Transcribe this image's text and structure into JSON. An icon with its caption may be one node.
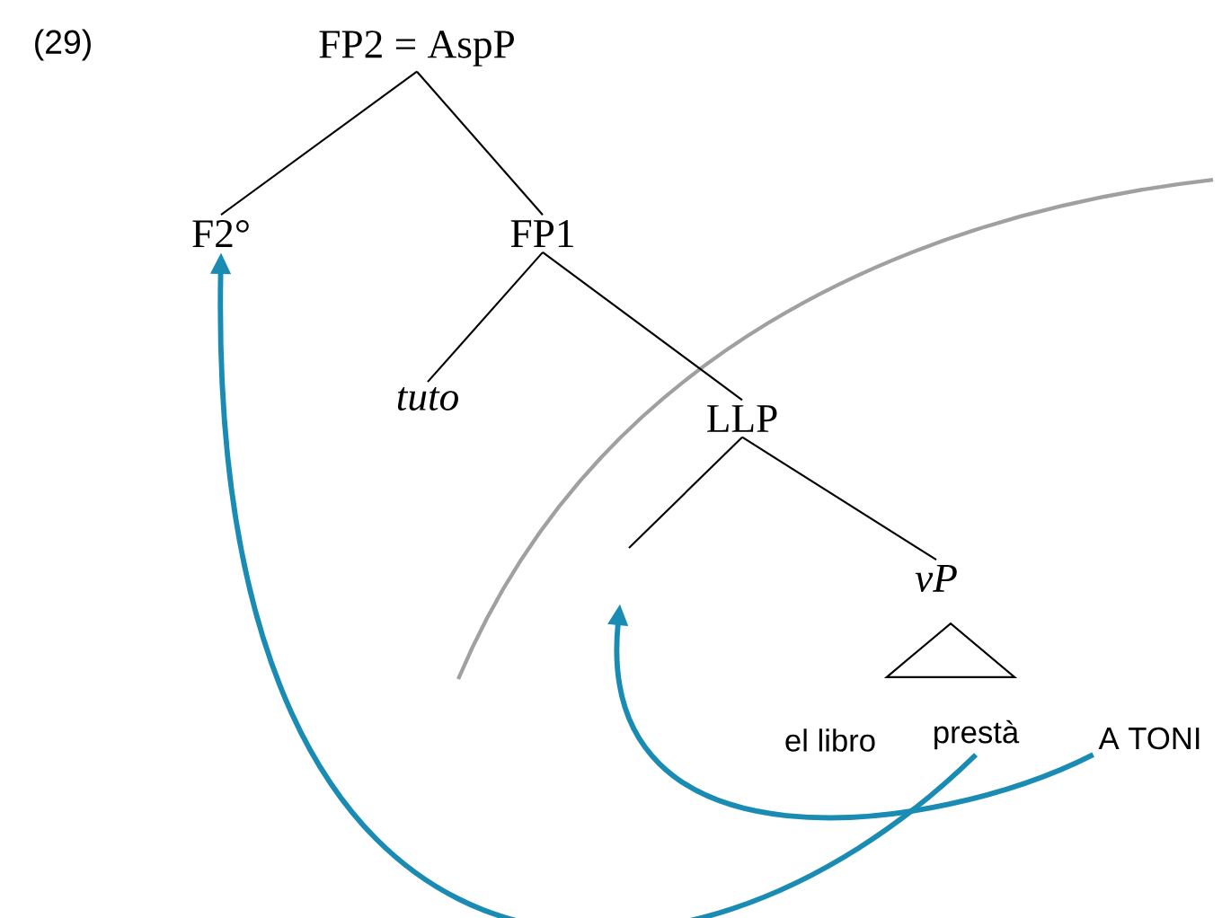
{
  "diagram": {
    "nodes": [
      {
        "text": [
          "FP2 = AspP"
        ]
      },
      {
        "text": [
          "F2°"
        ]
      },
      {
        "text": [
          "FP1"
        ]
      },
      {
        "text": [
          "tuto"
        ]
      },
      {
        "text": [
          "LLP"
        ]
      },
      {
        "text": [
          "vP"
        ]
      },
      {
        "text": [],
        "shape": "triangle"
      },
      {
        "text": [
          "prestà"
        ]
      },
      {
        "text": [
          "A TONI"
        ]
      }
    ],
    "edges": [
      {
        "from": 0,
        "to": 1,
        "arrow": "none"
      },
      {
        "from": 0,
        "to": 2,
        "arrow": "none"
      },
      {
        "from": 2,
        "to": 3,
        "arrow": "none"
      },
      {
        "from": 2,
        "to": 4,
        "arrow": "none"
      },
      {
        "from": 4,
        "to": null,
        "arrow": "none"
      },
      {
        "from": 4,
        "to": 5,
        "arrow": "none"
      },
      {
        "from": 7,
        "to": 1,
        "arrow": "to",
        "style": "thick",
        "color": "#1a8cb4"
      },
      {
        "from": 8,
        "to": null,
        "arrow": "to",
        "style": "thick",
        "color": "#1a8cb4"
      }
    ],
    "labels": [
      "(29)",
      "el libro"
    ]
  }
}
